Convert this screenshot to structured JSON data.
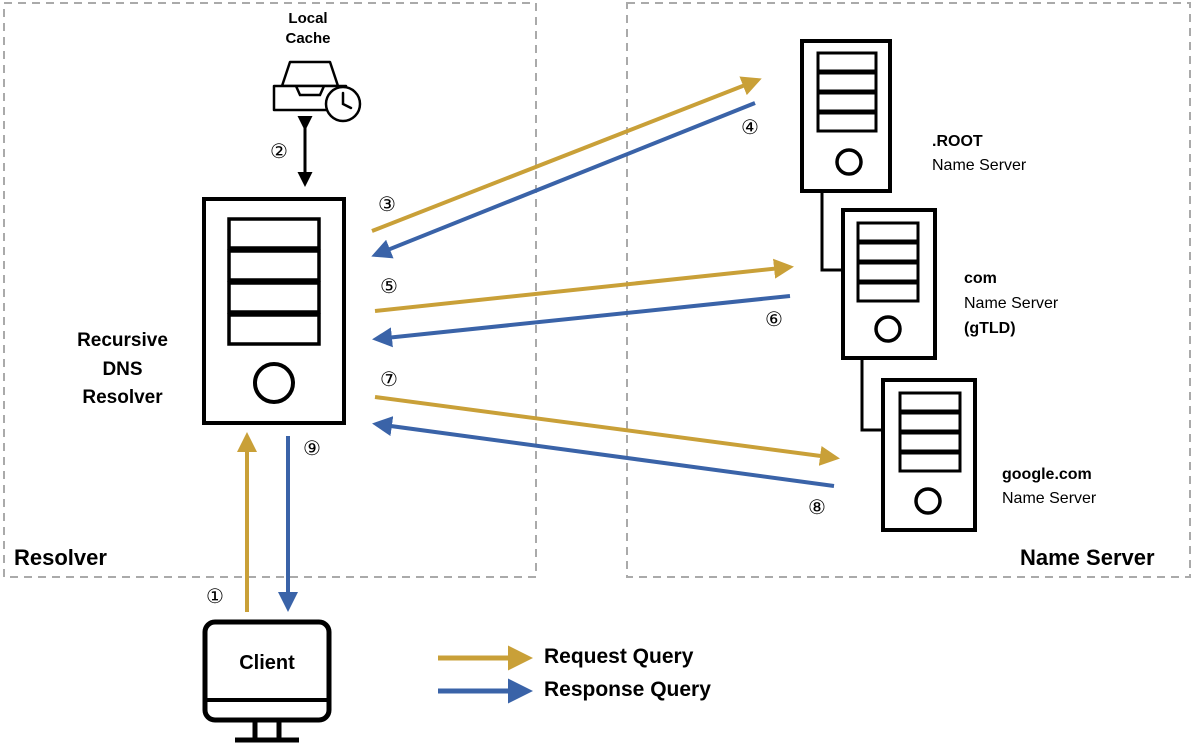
{
  "regions": {
    "resolver": "Resolver",
    "name_server": "Name Server"
  },
  "local_cache": {
    "line1": "Local",
    "line2": "Cache"
  },
  "resolver_label": {
    "line1": "Recursive",
    "line2": "DNS",
    "line3": "Resolver"
  },
  "root_server": {
    "name": ".ROOT",
    "sub": "Name Server"
  },
  "com_server": {
    "name": "com",
    "sub": "Name Server",
    "extra": "(gTLD)"
  },
  "google_server": {
    "name": "google.com",
    "sub": "Name Server"
  },
  "client": {
    "label": "Client"
  },
  "steps": [
    "①",
    "②",
    "③",
    "④",
    "⑤",
    "⑥",
    "⑦",
    "⑧",
    "⑨"
  ],
  "legend": {
    "request": "Request  Query",
    "response": "Response Query"
  },
  "colors": {
    "request": "#c9a038",
    "response": "#3a63a8",
    "box": "#000000",
    "dash": "#aaaaaa"
  }
}
